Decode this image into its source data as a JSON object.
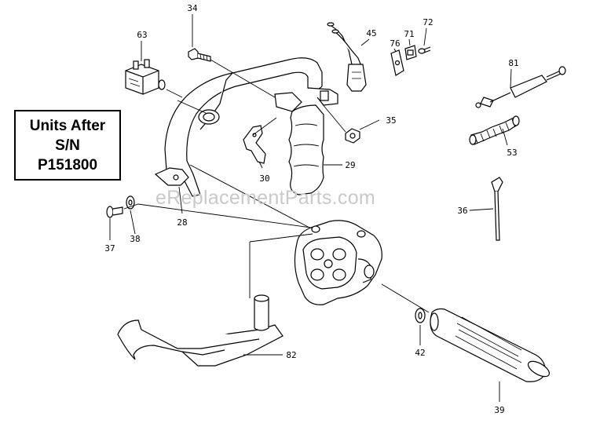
{
  "watermark": "eReplacementParts.com",
  "units_note": {
    "line1": "Units After",
    "line2": "S/N",
    "line3": "P151800"
  },
  "callouts": {
    "c34": "34",
    "c63": "63",
    "c45": "45",
    "c72": "72",
    "c71": "71",
    "c76": "76",
    "c81": "81",
    "c35": "35",
    "c53": "53",
    "c29": "29",
    "c30": "30",
    "c28": "28",
    "c36": "36",
    "c37": "37",
    "c38": "38",
    "c82": "82",
    "c42": "42",
    "c39": "39"
  }
}
